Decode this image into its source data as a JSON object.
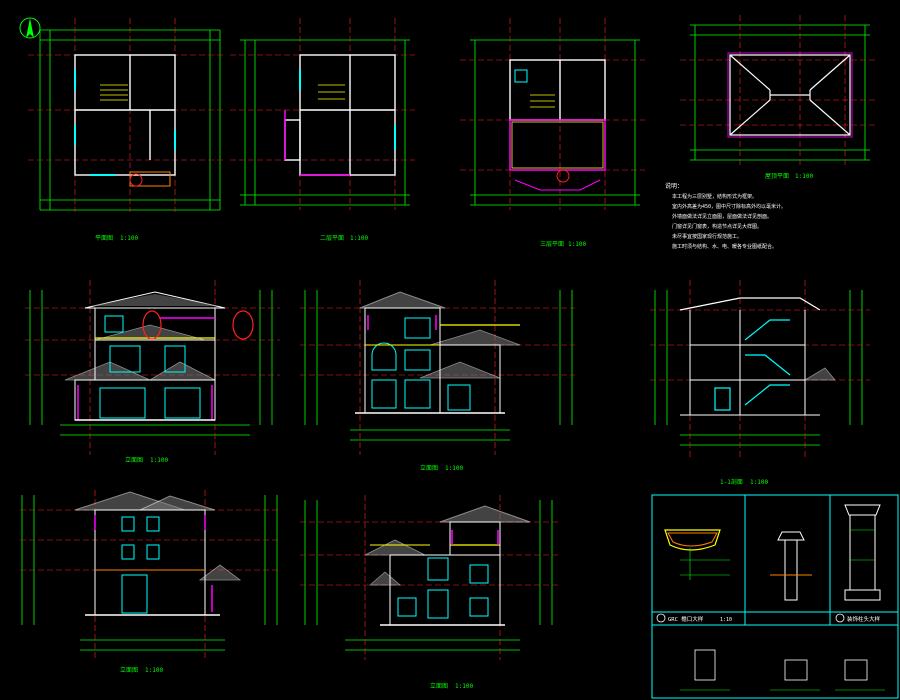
{
  "colors": {
    "background": "#000000",
    "dimension": "#00ff00",
    "axis": "#ff2020",
    "wall": "#ffffff",
    "window": "#00ffff",
    "accent": "#ff00ff",
    "yellow": "#ffff00",
    "orange": "#ff8000",
    "blue": "#4060ff"
  },
  "drawings": {
    "plan_1": {
      "scale": "1:100"
    },
    "plan_2": {
      "scale": "1:100"
    },
    "plan_3": {
      "scale": "1:100"
    },
    "plan_roof": {
      "scale": "1:100"
    },
    "elev_1": {
      "scale": "1:100"
    },
    "elev_2": {
      "scale": "1:100"
    },
    "section": {
      "title": "1-1剖面",
      "scale": "1:100"
    },
    "elev_3": {
      "scale": "1:100"
    },
    "elev_4": {
      "scale": "1:100"
    }
  },
  "notes": {
    "heading": "说明：",
    "lines": [
      "本工程为三层别墅，结构形式为框架。",
      "室内外高差为450，图中尺寸除标高外均以毫米计。",
      "外墙面做法详见立面图，屋面做法详见剖面。",
      "门窗详见门窗表，构造节点详见大样图。",
      "未尽事宜按国家现行规范施工。",
      "施工时须与结构、水、电、暖各专业图纸配合。"
    ]
  },
  "details": {
    "d1_label": "GRC 檐口大样",
    "d2_label": "装饰柱头大样",
    "scale": "1:10"
  }
}
